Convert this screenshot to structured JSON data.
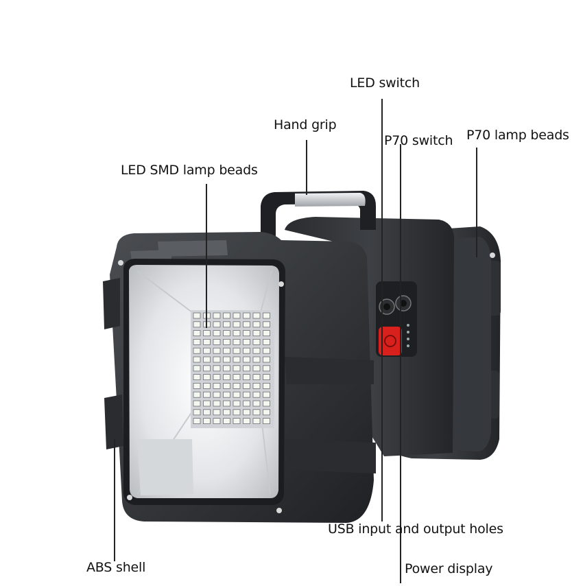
{
  "labels": {
    "led_switch": "LED switch",
    "hand_grip": "Hand grip",
    "p70_switch": "P70 switch",
    "p70_lamp_beads": "P70 lamp beads",
    "led_smd_lamp_beads": "LED SMD lamp beads",
    "usb_holes": "USB input and output holes",
    "abs_shell": "ABS shell",
    "power_display": "Power display"
  },
  "colors": {
    "shell_dark": "#2b2d30",
    "shell_mid": "#45484c",
    "reflector": "#e8eaec",
    "led_chip": "#f4f6f0",
    "power_button": "#d8211c"
  }
}
